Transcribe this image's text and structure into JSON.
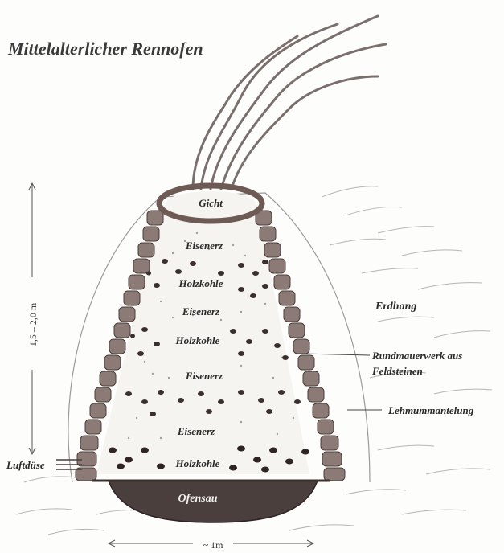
{
  "title": "Mittelalterlicher Rennofen",
  "labels": {
    "gicht": "Gicht",
    "eisenerz_1": "Eisenerz",
    "holzkohle_1": "Holzkohle",
    "eisenerz_2": "Eisenerz",
    "holzkohle_2": "Holzkohle",
    "eisenerz_3": "Eisenerz",
    "eisenerz_4": "Eisenerz",
    "holzkohle_3": "Holzkohle",
    "ofensau": "Ofensau",
    "erdhang": "Erdhang",
    "rundmauerwerk_line1": "Rundmauerwerk aus",
    "rundmauerwerk_line2": "Feldsteinen",
    "lehmummantelung": "Lehmummantelung",
    "luftduese": "Luftdüse",
    "height": "1,5 – 2,0 m",
    "width": "~ 1m"
  },
  "colors": {
    "wall": "#6e5a55",
    "charcoal": "#3b2f2f",
    "ore": "#9a8f8a",
    "sketch": "#555555",
    "slag": "#4a3f3d"
  }
}
